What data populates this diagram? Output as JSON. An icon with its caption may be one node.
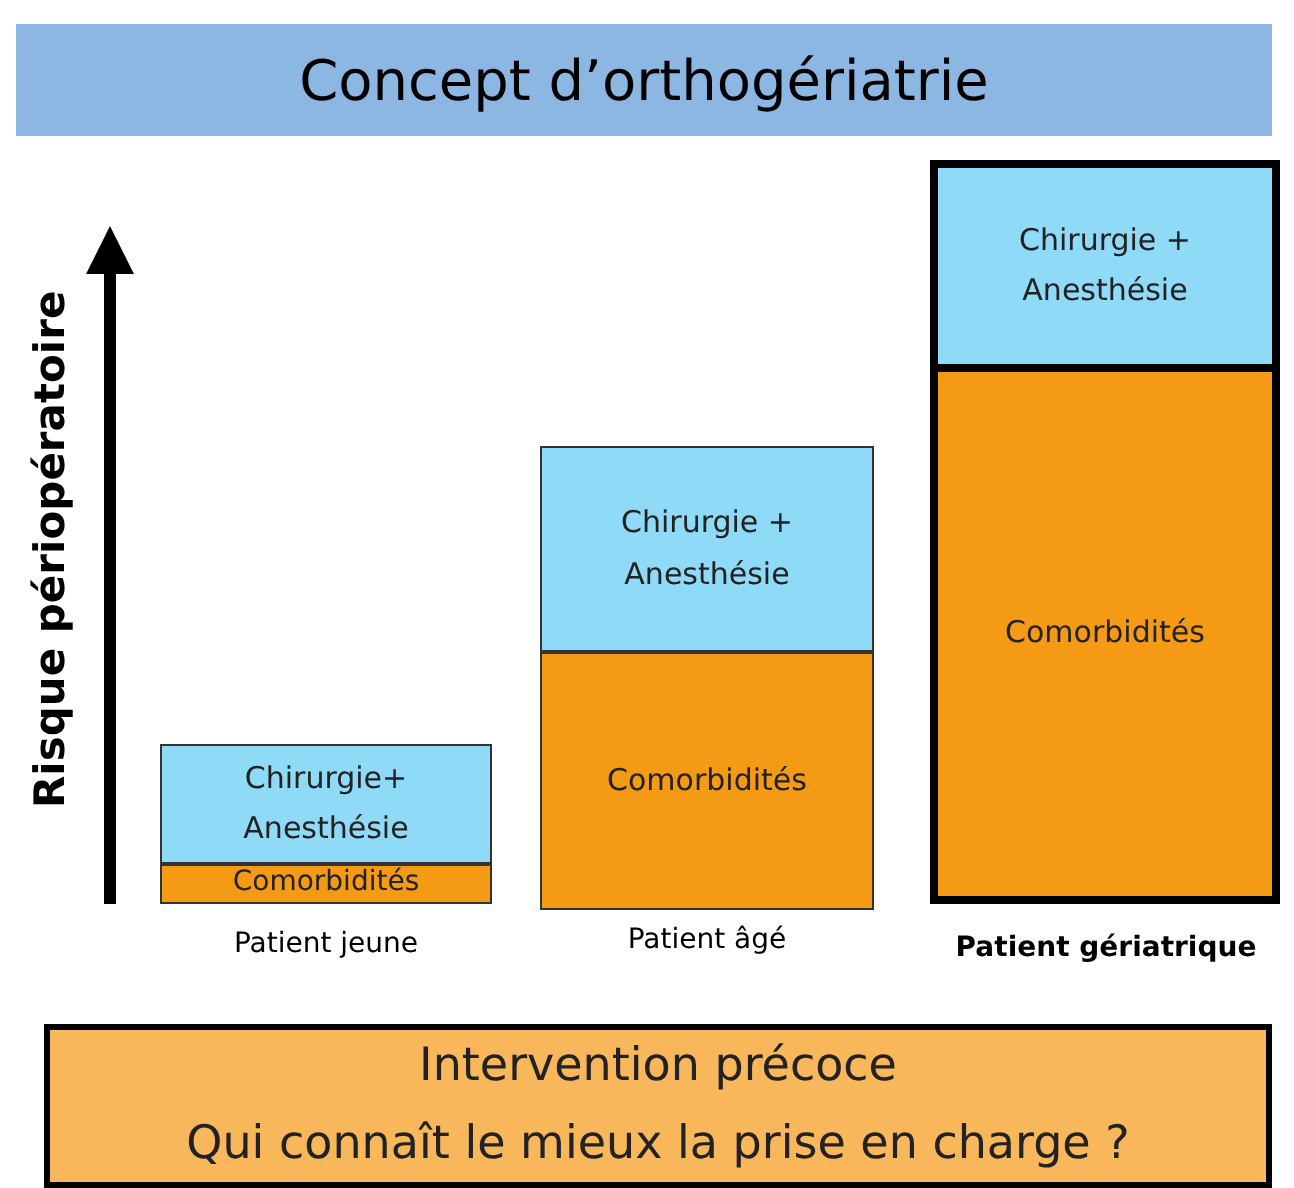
{
  "diagram": {
    "title": "Concept d’orthogériatrie",
    "nodes": [
      {
        "text": [
          "Chirurgie+ Anesthésie"
        ]
      },
      {
        "text": [
          "Comorbidités"
        ]
      },
      {
        "text": [
          "Chirurgie + Anesthésie"
        ]
      },
      {
        "text": [
          "Comorbidités"
        ]
      },
      {
        "text": [],
        "shape": "box"
      },
      {
        "text": [
          "Chirurgie + Anesthésie"
        ],
        "in": 4
      },
      {
        "text": [
          "Comorbidités"
        ],
        "in": 4
      },
      {
        "text": [
          "Intervention précoce",
          "Qui connaît le mieux la prise en charge ?"
        ]
      }
    ],
    "labels": [
      "Risque périopératoire",
      "Patient jeune",
      "Patient âgé",
      "Patient gériatrique"
    ]
  }
}
